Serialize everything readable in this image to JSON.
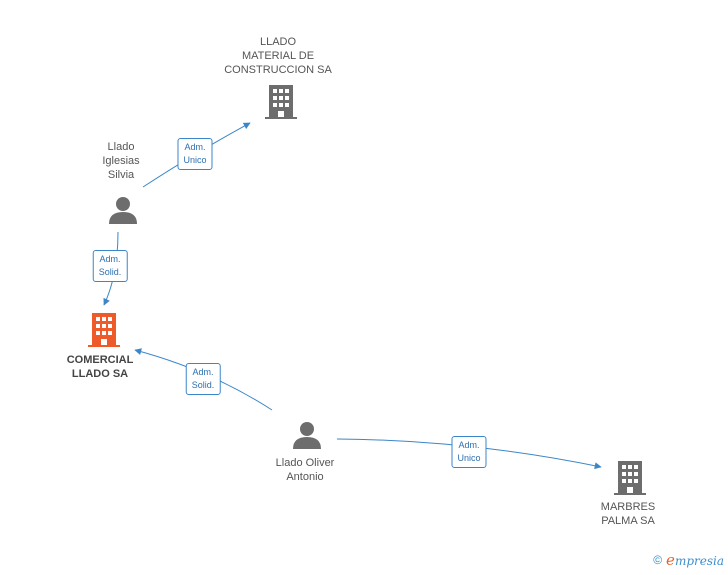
{
  "colors": {
    "edge": "#3b86c8",
    "node_gray": "#6d6d6d",
    "node_main": "#ef5a2a"
  },
  "nodes": {
    "llado_material": {
      "lines": [
        "LLADO",
        "MATERIAL DE",
        "CONSTRUCCION SA"
      ],
      "kind": "company"
    },
    "llado_iglesias": {
      "lines": [
        "Llado",
        "Iglesias",
        "Silvia"
      ],
      "kind": "person"
    },
    "comercial_llado": {
      "lines": [
        "COMERCIAL",
        "LLADO SA"
      ],
      "kind": "company-main"
    },
    "llado_oliver": {
      "lines": [
        "Llado Oliver",
        "Antonio"
      ],
      "kind": "person"
    },
    "marbres_palma": {
      "lines": [
        "MARBRES",
        "PALMA SA"
      ],
      "kind": "company"
    }
  },
  "edges": {
    "e1": {
      "lines": [
        "Adm.",
        "Unico"
      ]
    },
    "e2": {
      "lines": [
        "Adm.",
        "Solid."
      ]
    },
    "e3": {
      "lines": [
        "Adm.",
        "Solid."
      ]
    },
    "e4": {
      "lines": [
        "Adm.",
        "Unico"
      ]
    }
  },
  "footer": {
    "copyright": "©",
    "brand_initial": "e",
    "brand_rest": "mpresia"
  }
}
